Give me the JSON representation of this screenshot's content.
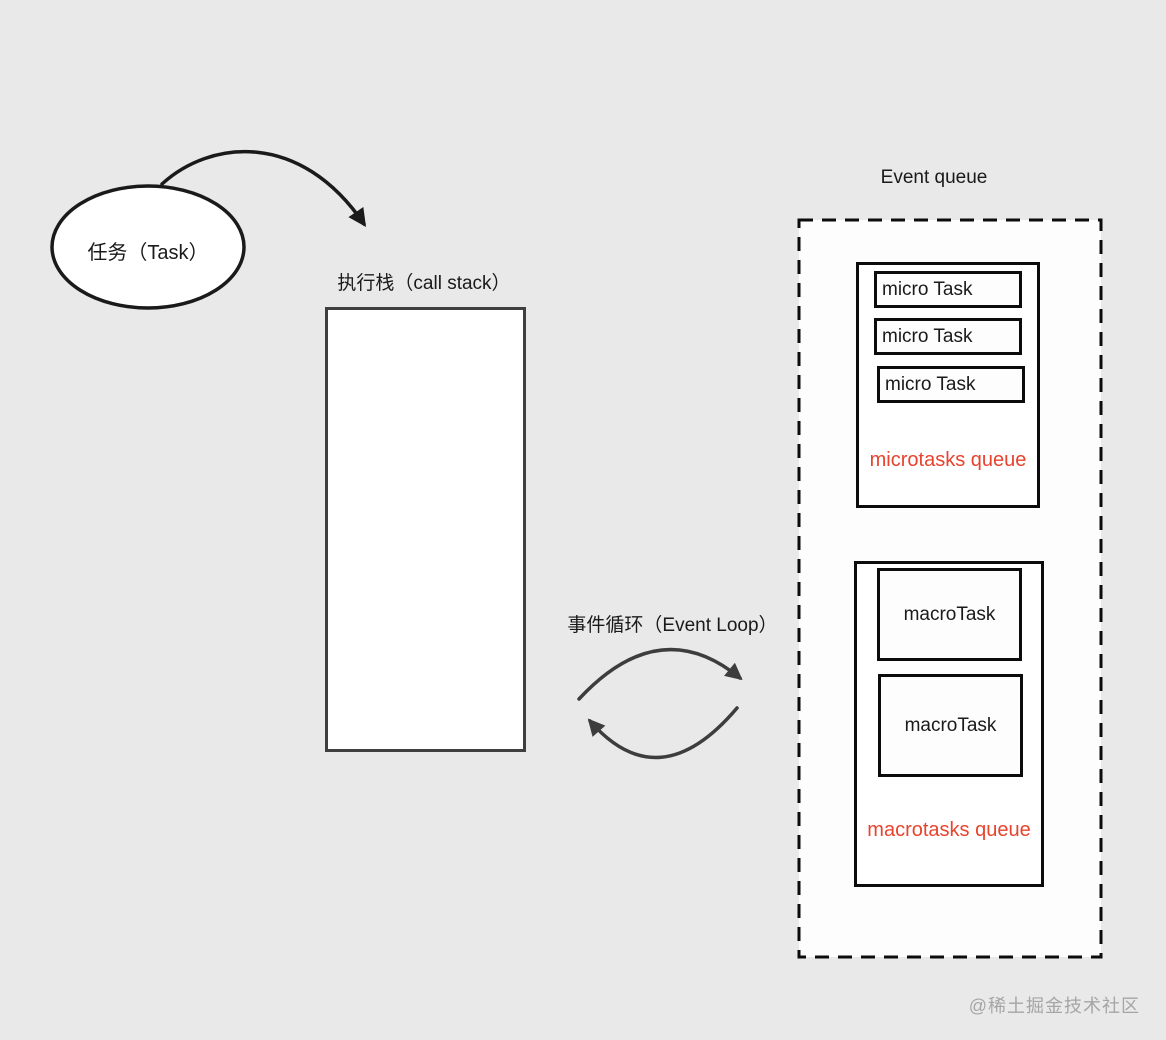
{
  "labels": {
    "task": "任务（Task）",
    "call_stack": "执行栈（call stack）",
    "event_loop": "事件循环（Event Loop）",
    "event_queue": "Event queue",
    "watermark": "@稀土掘金技术社区"
  },
  "queues": {
    "micro": {
      "label": "microtasks queue",
      "items": [
        "micro Task",
        "micro Task",
        "micro Task"
      ]
    },
    "macro": {
      "label": "macrotasks queue",
      "items": [
        "macroTask",
        "macroTask"
      ]
    }
  },
  "colors": {
    "background": "#e9e9e9",
    "accent_red": "#e8432d",
    "stroke_dark": "#1a1a1a",
    "stroke_gray": "#3d3d3d",
    "watermark_gray": "#a5a5a5"
  }
}
